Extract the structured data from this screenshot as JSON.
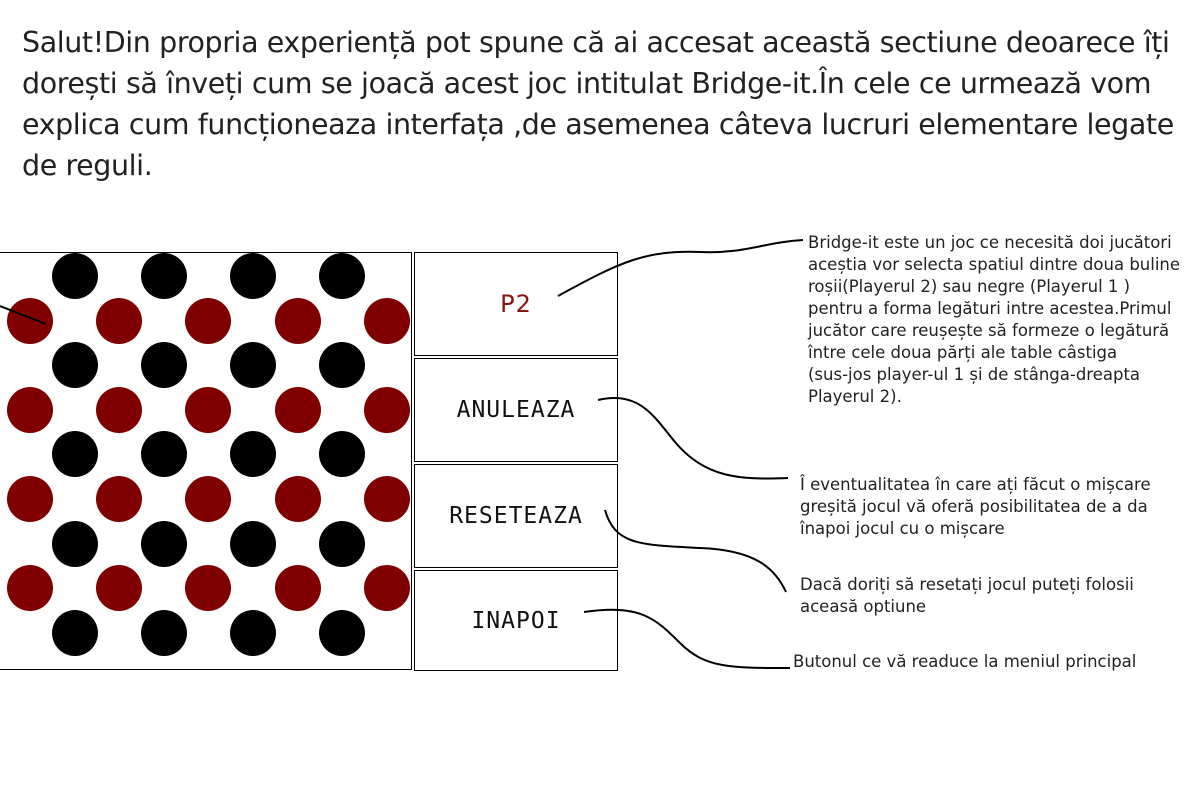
{
  "intro_text": "Salut!Din propria experiență pot spune că ai accesat această sectiune deoarece îți dorești să înveți cum se joacă acest joc intitulat Bridge-it.În cele ce urmează vom explica cum funcționeaza interfața ,de asemenea câteva lucruri elementare legate de reguli.",
  "board": {
    "columns": 9,
    "rows": 9,
    "colors": {
      "black": "#000000",
      "red": "#800000"
    }
  },
  "panel": {
    "player_label": "P2",
    "player_color": "#8b1010",
    "undo_label": "ANULEAZA",
    "reset_label": "RESETEAZA",
    "back_label": "INAPOI"
  },
  "notes": {
    "rules": [
      "Bridge-it este un joc ce necesită doi jucători",
      "aceștia vor selecta spatiul dintre doua buline",
      "roșii(Playerul 2) sau negre (Playerul 1 )",
      "pentru a forma legături intre acestea.Primul",
      "jucător care reușește să formeze o legătură",
      "între cele doua părți ale table câstiga",
      "(sus-jos player-ul 1 și de stânga-dreapta",
      "Playerul 2)."
    ],
    "undo": [
      "Î eventualitatea în care ați făcut o mișcare",
      "greșită jocul vă oferă posibilitatea de a da",
      "înapoi jocul cu o mișcare"
    ],
    "reset": [
      "Dacă doriți să resetați jocul puteți folosii",
      "aceasă optiune"
    ],
    "back": [
      "Butonul ce vă readuce la meniul principal"
    ]
  }
}
